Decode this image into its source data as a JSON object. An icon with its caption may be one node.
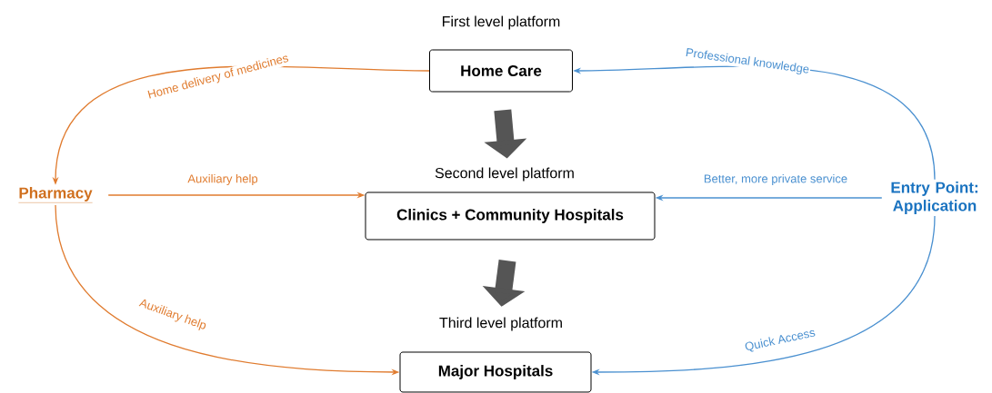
{
  "diagram": {
    "nodes": [
      {
        "text": [
          "Home Care"
        ],
        "beside": [
          "First level platform"
        ]
      },
      {
        "text": [
          "Clinics + Community Hospitals"
        ],
        "beside": [
          "Second level platform"
        ]
      },
      {
        "text": [
          "Major Hospitals"
        ],
        "beside": [
          "Third level platform"
        ]
      },
      {
        "text": [
          "Pharmacy"
        ]
      },
      {
        "text": [
          "Entry Point: Application"
        ]
      }
    ],
    "edges": [
      {
        "from": 0,
        "to": 3,
        "arrow": "to",
        "label": "Home delivery of medicines",
        "color": "#e07b2e"
      },
      {
        "from": 3,
        "to": 1,
        "arrow": "to",
        "label": "Auxiliary help",
        "color": "#e07b2e"
      },
      {
        "from": 3,
        "to": 2,
        "arrow": "to",
        "label": "Auxiliary help",
        "color": "#e07b2e"
      },
      {
        "from": 4,
        "to": 0,
        "arrow": "to",
        "label": "Professional knowledge",
        "color": "#4a90d0"
      },
      {
        "from": 4,
        "to": 1,
        "arrow": "to",
        "label": "Better, more private service",
        "color": "#4a90d0"
      },
      {
        "from": 4,
        "to": 2,
        "arrow": "to",
        "label": "Quick Access",
        "color": "#4a90d0"
      },
      {
        "from": 0,
        "to": 1,
        "arrow": "to",
        "style": "thick",
        "color": "#555555"
      },
      {
        "from": 1,
        "to": 2,
        "arrow": "to",
        "style": "thick",
        "color": "#555555"
      }
    ]
  }
}
